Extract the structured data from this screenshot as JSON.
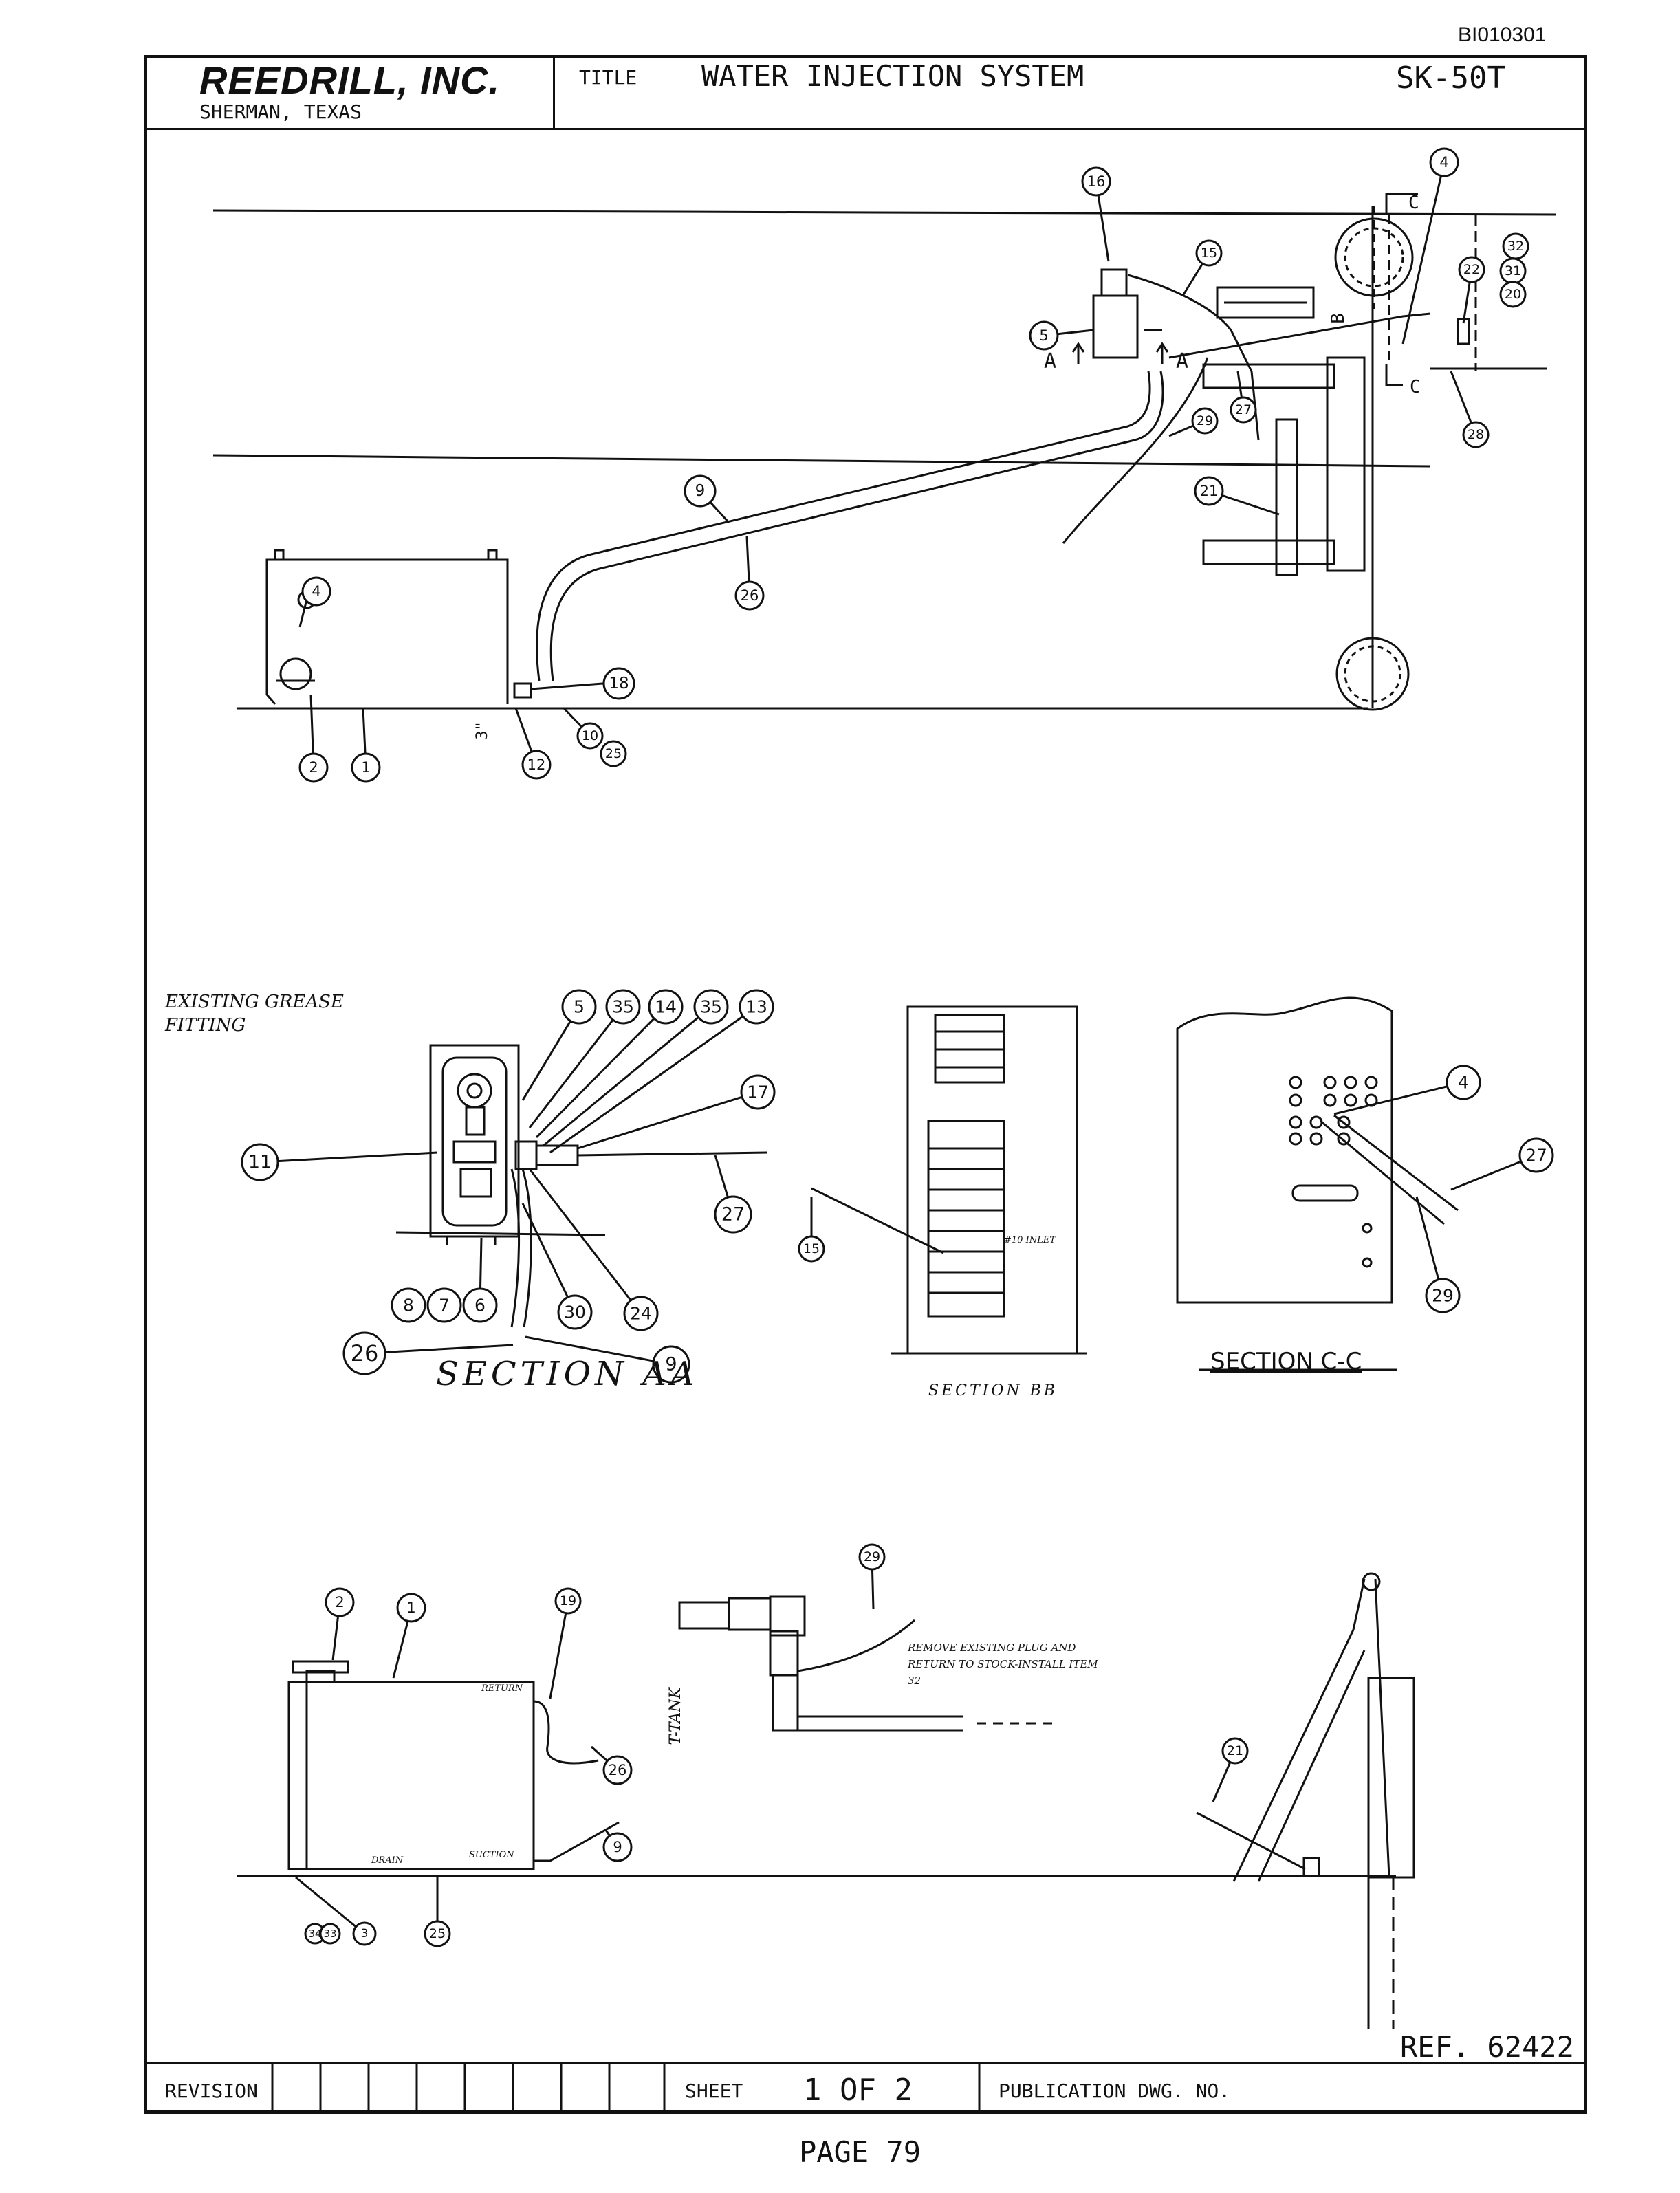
{
  "doc_id": "BI010301",
  "header": {
    "company": "REEDRILL, INC.",
    "location": "SHERMAN, TEXAS",
    "title_label": "TITLE",
    "title": "WATER INJECTION SYSTEM",
    "drawing_number": "SK-50T"
  },
  "notes": {
    "existing_grease_fitting": "EXISTING GREASE FITTING",
    "remove_plug": "REMOVE EXISTING PLUG AND RETURN TO STOCK-INSTALL ITEM 32",
    "tank_label": "T-TANK",
    "return": "RETURN",
    "drain": "DRAIN",
    "suction": "SUCTION",
    "inlet": "#10 INLET"
  },
  "view_labels": {
    "a1": "A",
    "a2": "A",
    "b": "B",
    "c1": "C",
    "c2": "C",
    "dim": "3\""
  },
  "sections": {
    "aa": "SECTION AA",
    "bb": "SECTION BB",
    "cc": "SECTION C-C"
  },
  "callouts": {
    "top": [
      "16",
      "15",
      "5",
      "4",
      "32",
      "31",
      "20",
      "22",
      "28",
      "27",
      "29",
      "9",
      "26",
      "21",
      "4",
      "2",
      "1",
      "12",
      "18",
      "10",
      "25"
    ],
    "section_aa": [
      "5",
      "35",
      "14",
      "35",
      "13",
      "17",
      "11",
      "27",
      "8",
      "7",
      "6",
      "30",
      "24",
      "26",
      "9"
    ],
    "section_bb": [
      "15"
    ],
    "section_cc": [
      "4",
      "27",
      "29"
    ],
    "bottom": [
      "2",
      "1",
      "19",
      "26",
      "9",
      "34",
      "33",
      "3",
      "25",
      "29",
      "21"
    ]
  },
  "footer": {
    "ref": "REF. 62422",
    "revision_label": "REVISION",
    "sheet_label": "SHEET",
    "sheet_value": "1 OF 2",
    "publication_label": "PUBLICATION DWG. NO.",
    "page": "PAGE 79"
  }
}
